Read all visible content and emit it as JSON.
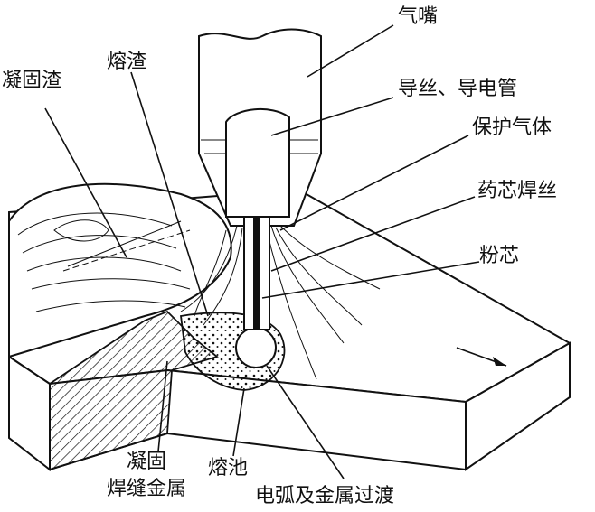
{
  "labels": {
    "nozzle": "气嘴",
    "guide_wire": "导丝、导电管",
    "shield_gas": "保护气体",
    "flux_core_wire": "药芯焊丝",
    "powder_core": "粉芯",
    "slag": "熔渣",
    "solid_slag": "凝固渣",
    "solid_line1": "凝固",
    "solid_line2": "焊缝金属",
    "pool": "熔池",
    "arc": "电弧及金属过渡"
  }
}
